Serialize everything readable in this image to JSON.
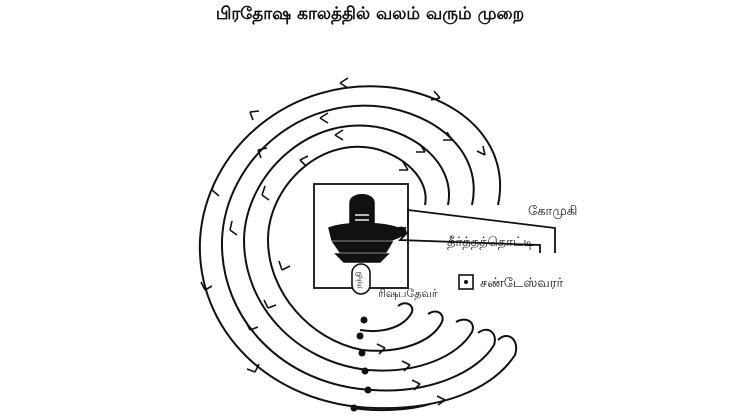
{
  "title": "பிரதோஷ காலத்தில் வலம் வரும் முறை",
  "labels": {
    "gomukhi": "கோமுகி",
    "theertha_thotti": "தீர்த்தத்தொட்டி",
    "chandeswarar": "சண்டேஸ்வரர்",
    "rishabadevar": "ரிஷபதேவர்",
    "nandi": "நந்தி"
  },
  "colors": {
    "ink": "#111111",
    "background": "#ffffff"
  }
}
